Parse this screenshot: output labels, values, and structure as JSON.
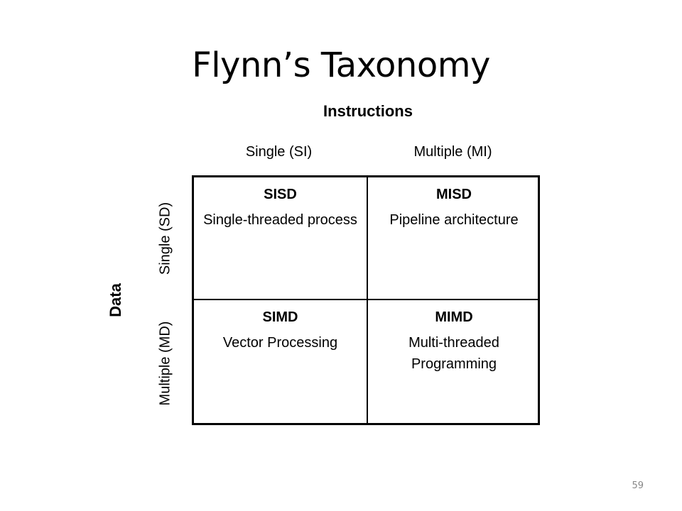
{
  "title": "Flynn’s Taxonomy",
  "instructions_axis": {
    "label": "Instructions",
    "columns": [
      "Single (SI)",
      "Multiple (MI)"
    ]
  },
  "data_axis": {
    "label": "Data",
    "rows": [
      "Single (SD)",
      "Multiple (MD)"
    ]
  },
  "cells": [
    {
      "code": "SISD",
      "description": "Single-threaded process"
    },
    {
      "code": "MISD",
      "description": "Pipeline architecture"
    },
    {
      "code": "SIMD",
      "description": "Vector Processing"
    },
    {
      "code": "MIMD",
      "description": "Multi-threaded Programming"
    }
  ],
  "page_number": "59"
}
